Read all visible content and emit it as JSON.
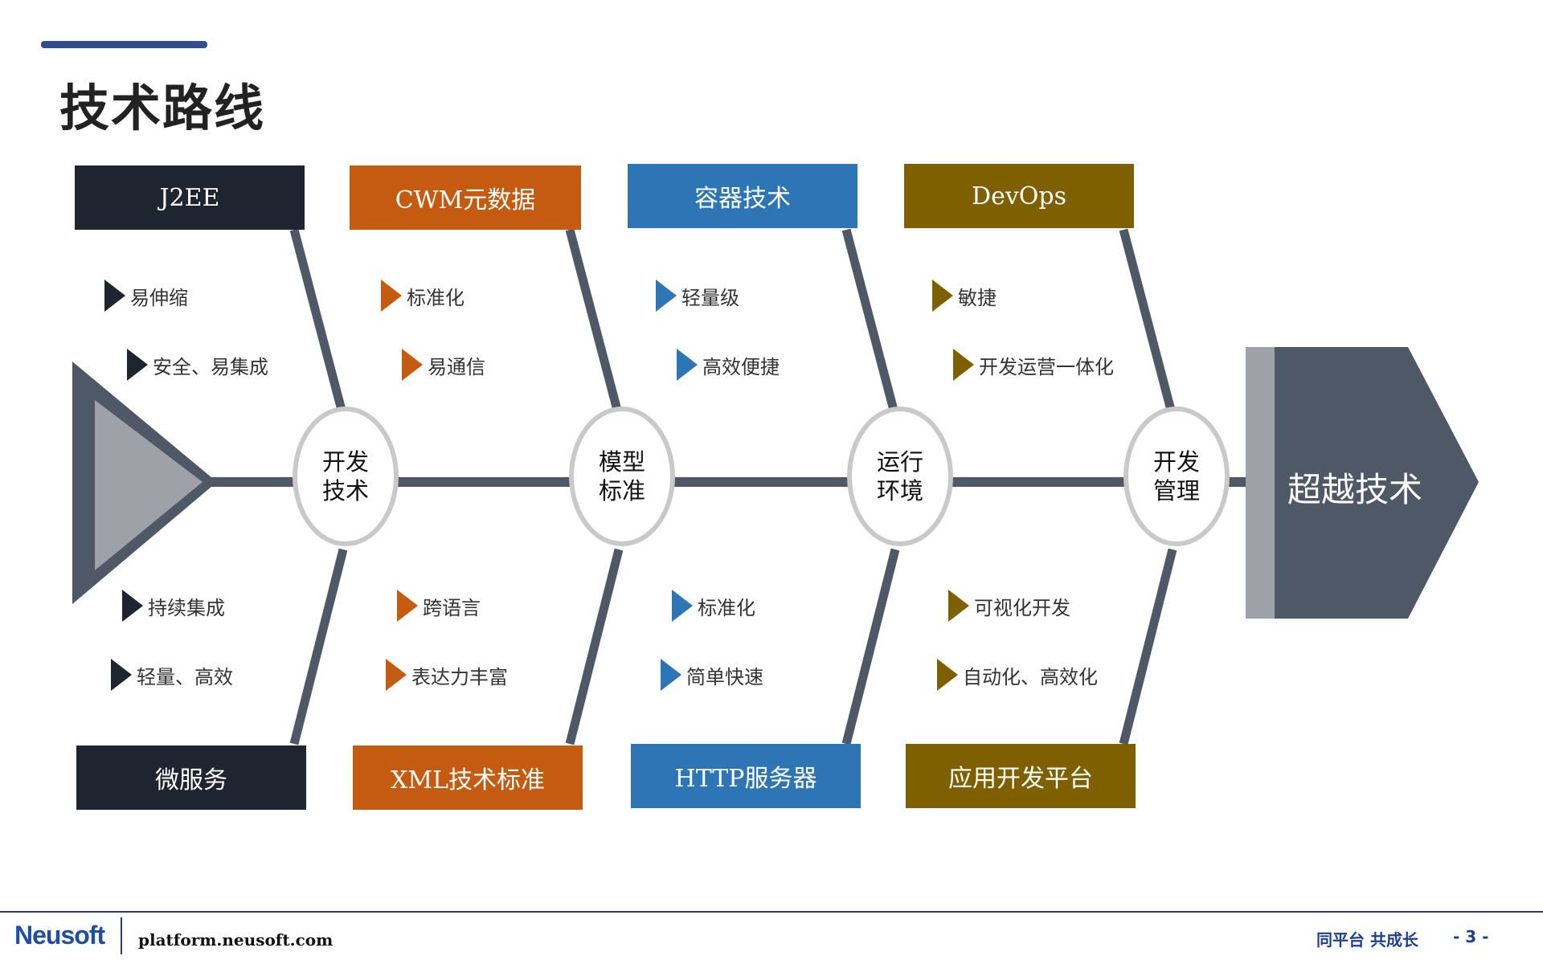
{
  "title": "技术路线",
  "goal": "超越技术",
  "colors": {
    "dark": "#1f2530",
    "orange": "#c55a11",
    "blue": "#2e75b6",
    "olive": "#7f6000",
    "spine": "#4f5866",
    "node_border": "#c9c9c9"
  },
  "nodes": [
    {
      "line1": "开发",
      "line2": "技术"
    },
    {
      "line1": "模型",
      "line2": "标准"
    },
    {
      "line1": "运行",
      "line2": "环境"
    },
    {
      "line1": "开发",
      "line2": "管理"
    }
  ],
  "top_boxes": [
    "J2EE",
    "CWM元数据",
    "容器技术",
    "DevOps"
  ],
  "bottom_boxes": [
    "微服务",
    "XML技术标准",
    "HTTP服务器",
    "应用开发平台"
  ],
  "top_bullets": [
    [
      "易伸缩",
      "安全、易集成"
    ],
    [
      "标准化",
      "易通信"
    ],
    [
      "轻量级",
      "高效便捷"
    ],
    [
      "敏捷",
      "开发运营一体化"
    ]
  ],
  "bottom_bullets": [
    [
      "持续集成",
      "轻量、高效"
    ],
    [
      "跨语言",
      "表达力丰富"
    ],
    [
      "标准化",
      "简单快速"
    ],
    [
      "可视化开发",
      "自动化、高效化"
    ]
  ],
  "footer": {
    "logo": "Neusoft",
    "url": "platform.neusoft.com",
    "slogan": "同平台 共成长",
    "page": "- 3 -"
  }
}
